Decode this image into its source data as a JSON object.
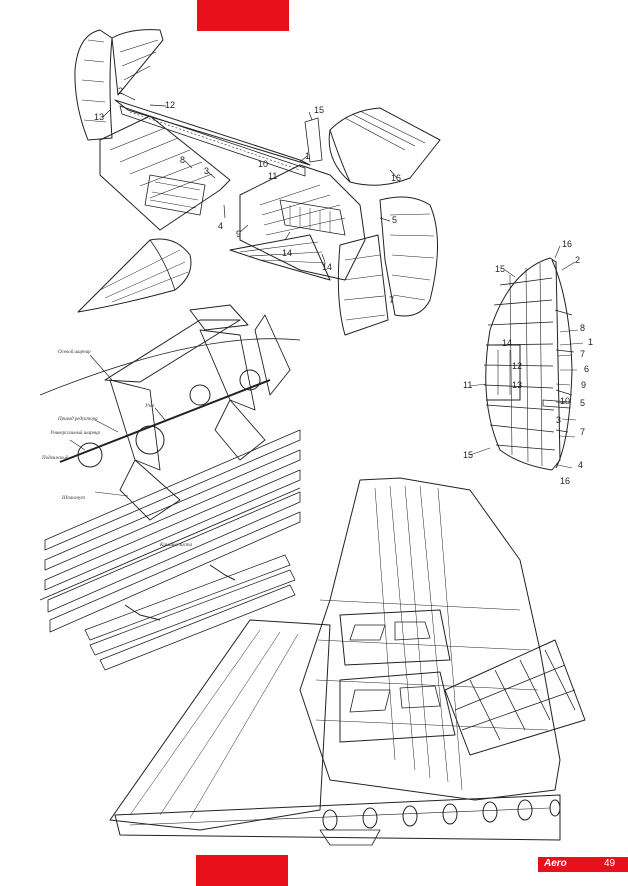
{
  "page": {
    "number": "49",
    "brand": "Aero",
    "accent_color": "#e8101a"
  },
  "illustrations": [
    {
      "id": "empennage",
      "labels": [
        "2",
        "12",
        "13",
        "8",
        "3",
        "10",
        "11",
        "4",
        "9",
        "14",
        "14",
        "15",
        "16",
        "1",
        "5",
        "7"
      ]
    },
    {
      "id": "stabilizer-detail",
      "labels": [
        "16",
        "2",
        "15",
        "8",
        "1",
        "14",
        "7",
        "12",
        "6",
        "13",
        "9",
        "11",
        "10",
        "5",
        "3",
        "7",
        "15",
        "4",
        "16"
      ]
    },
    {
      "id": "flap-mechanism",
      "labels": [
        "Осевой шарнир",
        "Узел",
        "Привод редуктора",
        "Универсальный шарнир",
        "Подвижный",
        "Шпангоут",
        "Крышка листа"
      ]
    },
    {
      "id": "wing-structure",
      "labels": []
    }
  ]
}
